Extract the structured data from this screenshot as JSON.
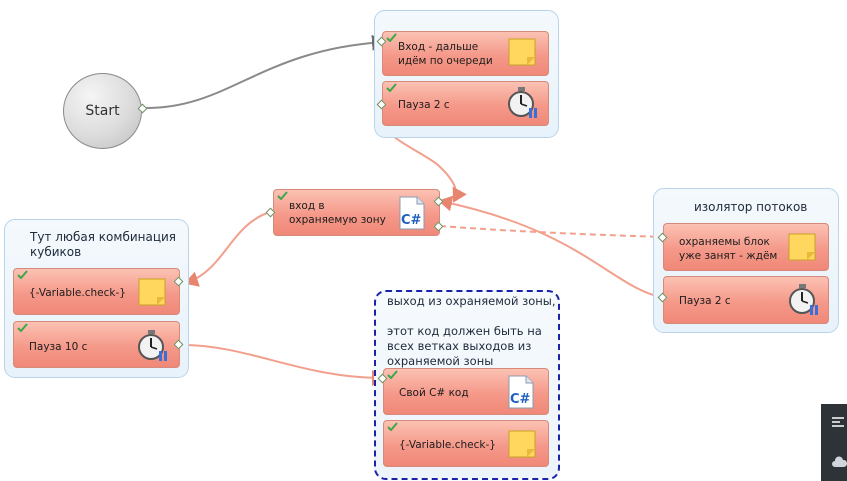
{
  "start": {
    "label": "Start"
  },
  "groups": {
    "queue": {
      "title": ""
    },
    "combo": {
      "title": "Тут любая комбинация кубиков"
    },
    "isolator": {
      "title": "изолятор потоков"
    },
    "exit": {
      "title": "выход из охраняемой зоны,\n\nэтот код должен быть на всех ветках выходов из охраняемой зоны"
    }
  },
  "blocks": {
    "entry_queue": {
      "label": "Вход - дальше идём по очереди",
      "icon": "sticky-note-icon"
    },
    "pause_2_top": {
      "label": "Пауза 2 с",
      "icon": "stopwatch-icon"
    },
    "enter_zone": {
      "label": "вход в охраняемую зону",
      "icon": "csharp-icon"
    },
    "var_check_left": {
      "label": "{-Variable.check-}",
      "icon": "sticky-note-icon"
    },
    "pause_10": {
      "label": "Пауза 10 с",
      "icon": "stopwatch-icon"
    },
    "busy_wait": {
      "label": "охраняемы блок уже занят - ждём",
      "icon": "sticky-note-icon"
    },
    "pause_2_right": {
      "label": "Пауза 2 с",
      "icon": "stopwatch-icon"
    },
    "own_csharp": {
      "label": "Свой C# код",
      "icon": "csharp-icon"
    },
    "var_check_exit": {
      "label": "{-Variable.check-}",
      "icon": "sticky-note-icon"
    }
  },
  "colors": {
    "block_fill": "#f5998a",
    "link_salmon": "#f2a08d",
    "link_gray": "#8a8a8a",
    "dashed_border": "#1a23a8",
    "check_green": "#3da64a"
  }
}
